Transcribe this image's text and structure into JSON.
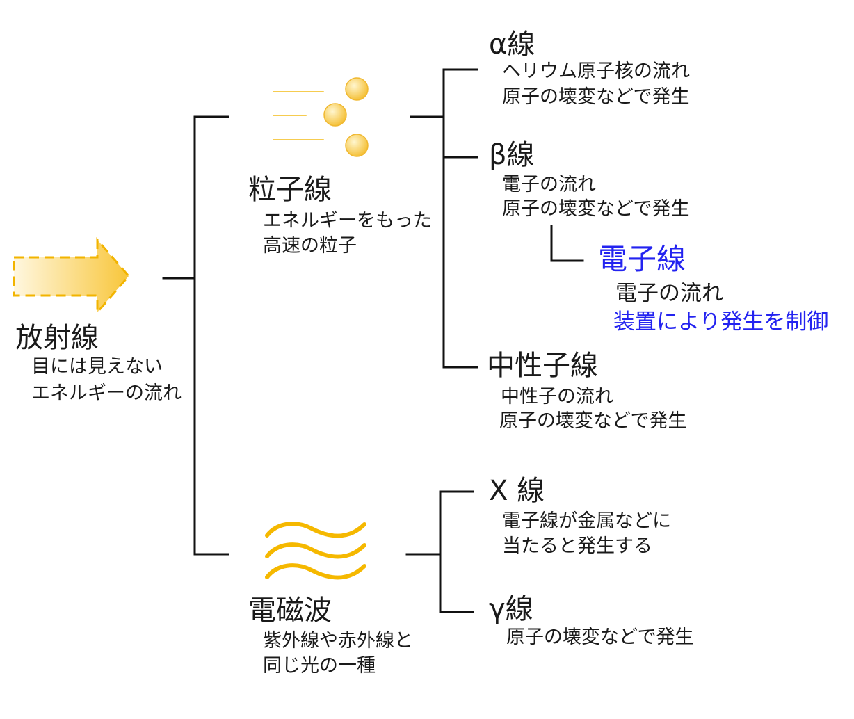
{
  "diagram": {
    "root": {
      "title": "放射線",
      "desc": [
        "目には見えない",
        "エネルギーの流れ"
      ]
    },
    "particle_beam": {
      "title": "粒子線",
      "desc": [
        "エネルギーをもった",
        "高速の粒子"
      ],
      "alpha": {
        "title": "α線",
        "desc": [
          "ヘリウム原子核の流れ",
          "原子の壊変などで発生"
        ]
      },
      "beta": {
        "title": "β線",
        "desc": [
          "電子の流れ",
          "原子の壊変などで発生"
        ],
        "electron_beam": {
          "title": "電子線",
          "desc": [
            "電子の流れ",
            "装置により発生を制御"
          ]
        }
      },
      "neutron": {
        "title": "中性子線",
        "desc": [
          "中性子の流れ",
          "原子の壊変などで発生"
        ]
      }
    },
    "electromagnetic_wave": {
      "title": "電磁波",
      "desc": [
        "紫外線や赤外線と",
        "同じ光の一種"
      ],
      "xray": {
        "title": "X 線",
        "desc": [
          "電子線が金属などに",
          "当たると発生する"
        ]
      },
      "gamma": {
        "title": "γ線",
        "desc": [
          "原子の壊変などで発生"
        ]
      }
    }
  },
  "icons": {
    "radiation": "arrow-icon",
    "particle_beam": "particle-beam-icon",
    "electromagnetic_wave": "wave-icon"
  },
  "colors": {
    "text": "#1a1a1a",
    "line": "#111111",
    "accent": "#2323f0",
    "gold": "#f5b800",
    "beam_line": "#f6cc50",
    "circle_light": "#fff6cf",
    "circle_dark": "#f4bd2e",
    "circle_border": "#f0b830",
    "arrow_light": "#fff7e0",
    "arrow_dark": "#f8c63a",
    "arrow_border": "#f2b400"
  }
}
